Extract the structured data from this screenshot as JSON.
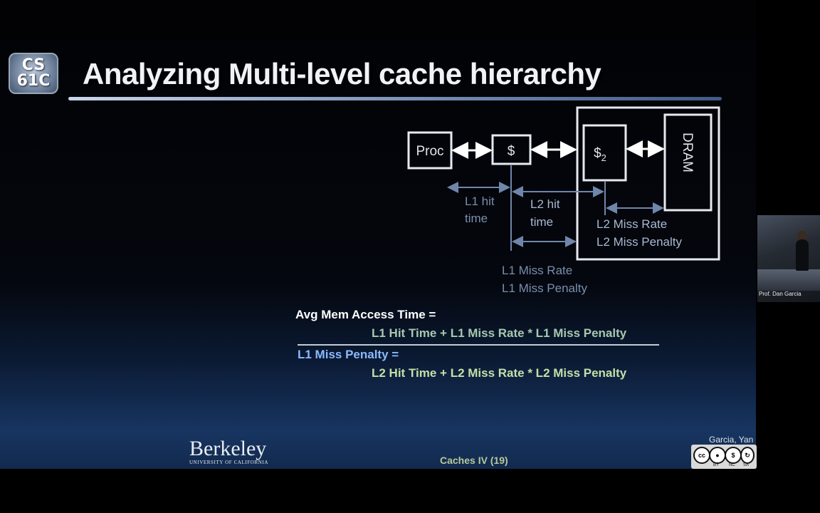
{
  "slide": {
    "logo": {
      "line1": "CS",
      "line2": "61C"
    },
    "title": "Analyzing Multi-level cache hierarchy",
    "diagram": {
      "proc_label": "Proc",
      "l1_label": "$",
      "l2_label": "$",
      "l2_subscript": "2",
      "dram_label": "DRAM",
      "l1_hit_time": [
        "L1 hit",
        "time"
      ],
      "l2_hit_time": [
        "L2 hit",
        "time"
      ],
      "l2_miss": [
        "L2 Miss Rate",
        "L2 Miss Penalty"
      ],
      "l1_miss": [
        "L1 Miss Rate",
        "L1 Miss Penalty"
      ]
    },
    "formula": {
      "avg_label": "Avg Mem Access Time =",
      "avg_expr": "L1 Hit Time + L1 Miss Rate * L1 Miss Penalty",
      "miss_label": "L1 Miss Penalty =",
      "miss_expr": "L2 Hit Time + L2 Miss Rate * L2 Miss Penalty"
    },
    "footer": {
      "berkeley": "Berkeley",
      "berkeley_sub": "UNIVERSITY OF CALIFORNIA",
      "lecture": "Caches IV (19)",
      "authors": "Garcia, Yan",
      "license": [
        "BY",
        "NC",
        "SA"
      ]
    }
  },
  "webcam": {
    "label": "Prof. Dan Garcia"
  }
}
